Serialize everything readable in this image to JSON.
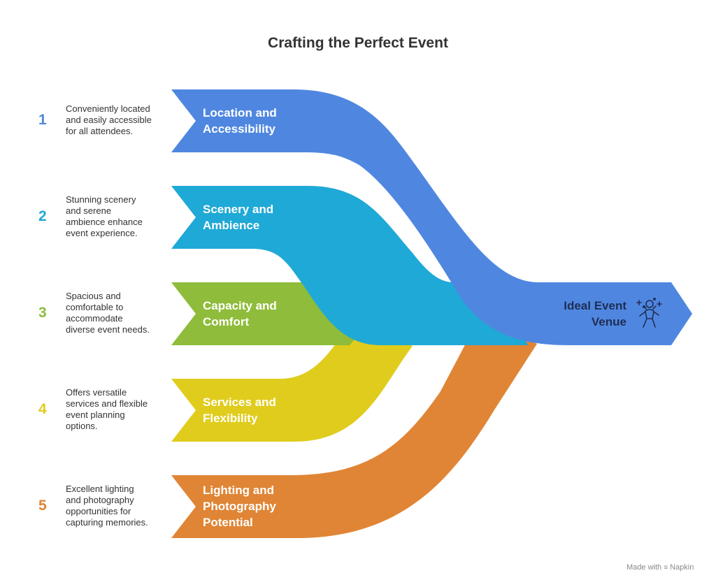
{
  "title": "Crafting the Perfect Event",
  "target": {
    "label_line1": "Ideal Event",
    "label_line2": "Venue",
    "icon": "celebrating-person-icon"
  },
  "items": [
    {
      "number": "1",
      "label_lines": [
        "Location and",
        "Accessibility"
      ],
      "description_lines": [
        "Conveniently located",
        "and easily accessible",
        "for all attendees."
      ],
      "color": "#4f87e0"
    },
    {
      "number": "2",
      "label_lines": [
        "Scenery and",
        "Ambience"
      ],
      "description_lines": [
        "Stunning scenery",
        "and serene",
        "ambience enhance",
        "event experience."
      ],
      "color": "#1fa9d6"
    },
    {
      "number": "3",
      "label_lines": [
        "Capacity and",
        "Comfort"
      ],
      "description_lines": [
        "Spacious and",
        "comfortable to",
        "accommodate",
        "diverse event needs."
      ],
      "color": "#8fbc3a"
    },
    {
      "number": "4",
      "label_lines": [
        "Services and",
        "Flexibility"
      ],
      "description_lines": [
        "Offers versatile",
        "services and flexible",
        "event planning",
        "options."
      ],
      "color": "#e0cc1c"
    },
    {
      "number": "5",
      "label_lines": [
        "Lighting and",
        "Photography",
        "Potential"
      ],
      "description_lines": [
        "Excellent lighting",
        "and photography",
        "opportunities for",
        "capturing memories."
      ],
      "color": "#e08535"
    }
  ],
  "footer": {
    "made_with": "Made with",
    "brand": "Napkin"
  }
}
